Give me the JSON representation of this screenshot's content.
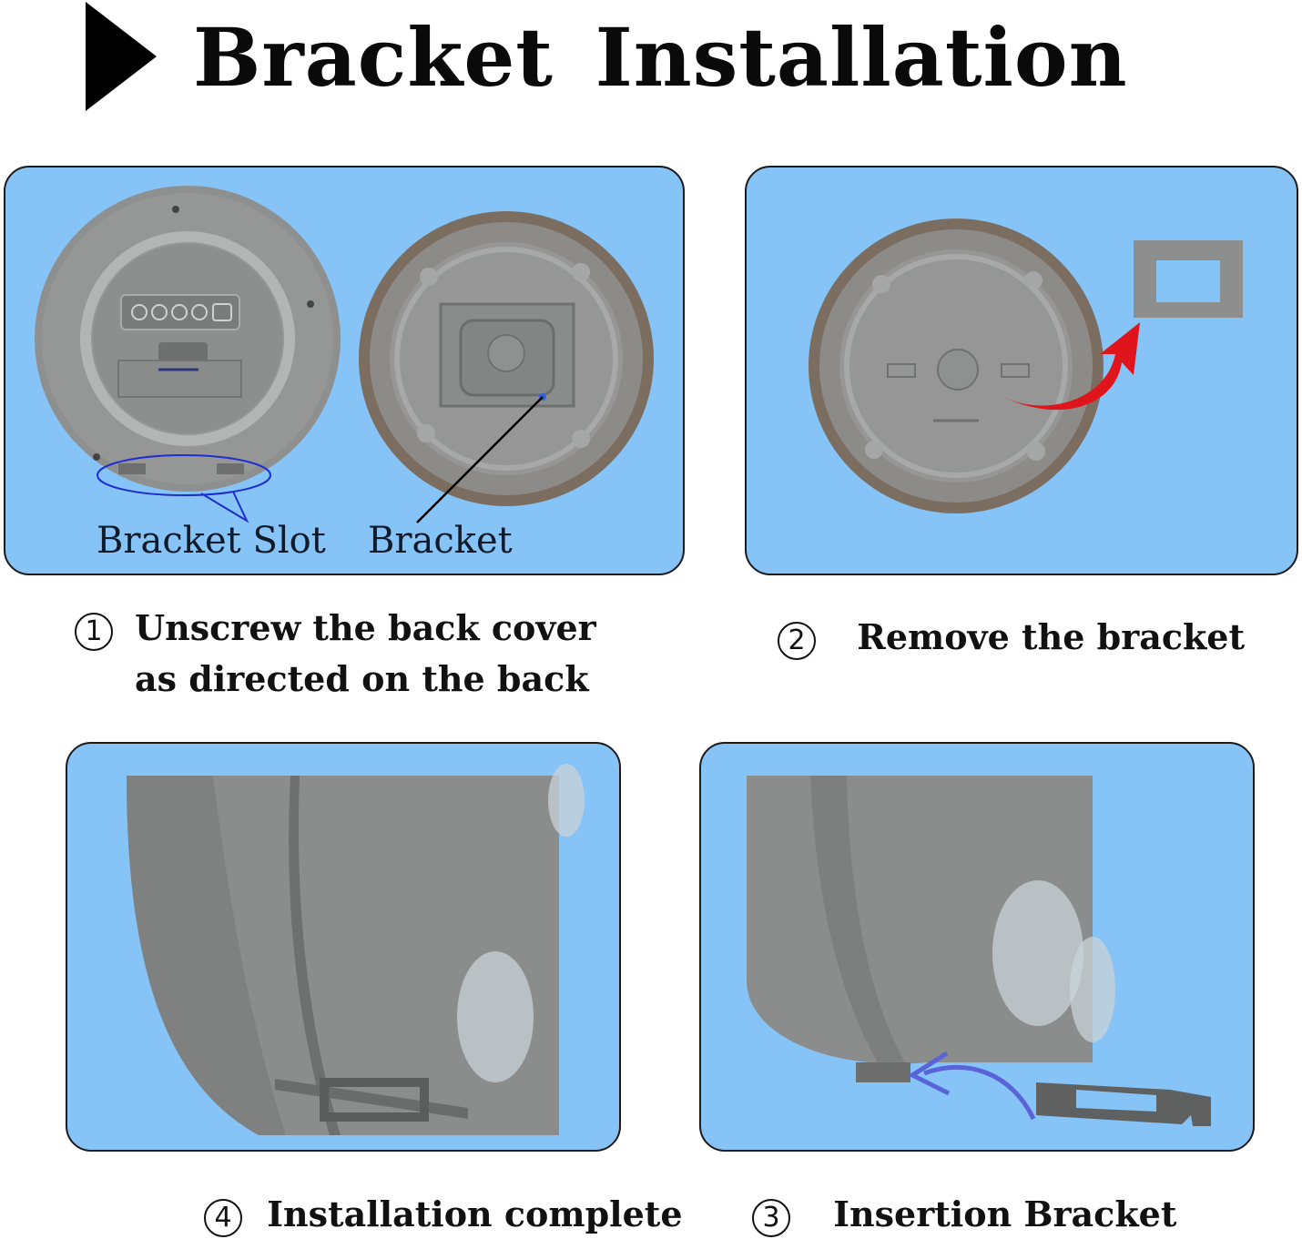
{
  "title": "Bracket Installation",
  "colors": {
    "panel_bg": "#86c3f6",
    "device_gray": "#8c8e8e",
    "arrow_red": "#e0141b",
    "arrow_blue": "#5b63d8"
  },
  "icons": {
    "title_marker": "play-triangle-icon"
  },
  "panels": {
    "step1": {
      "label_slot": "Bracket Slot",
      "label_bracket": "Bracket"
    }
  },
  "steps": [
    {
      "number": "1",
      "lines": [
        "Unscrew the back cover",
        "as directed on the back"
      ]
    },
    {
      "number": "2",
      "lines": [
        "Remove the bracket"
      ]
    },
    {
      "number": "4",
      "lines": [
        "Installation complete"
      ]
    },
    {
      "number": "3",
      "lines": [
        "Insertion Bracket"
      ]
    }
  ]
}
